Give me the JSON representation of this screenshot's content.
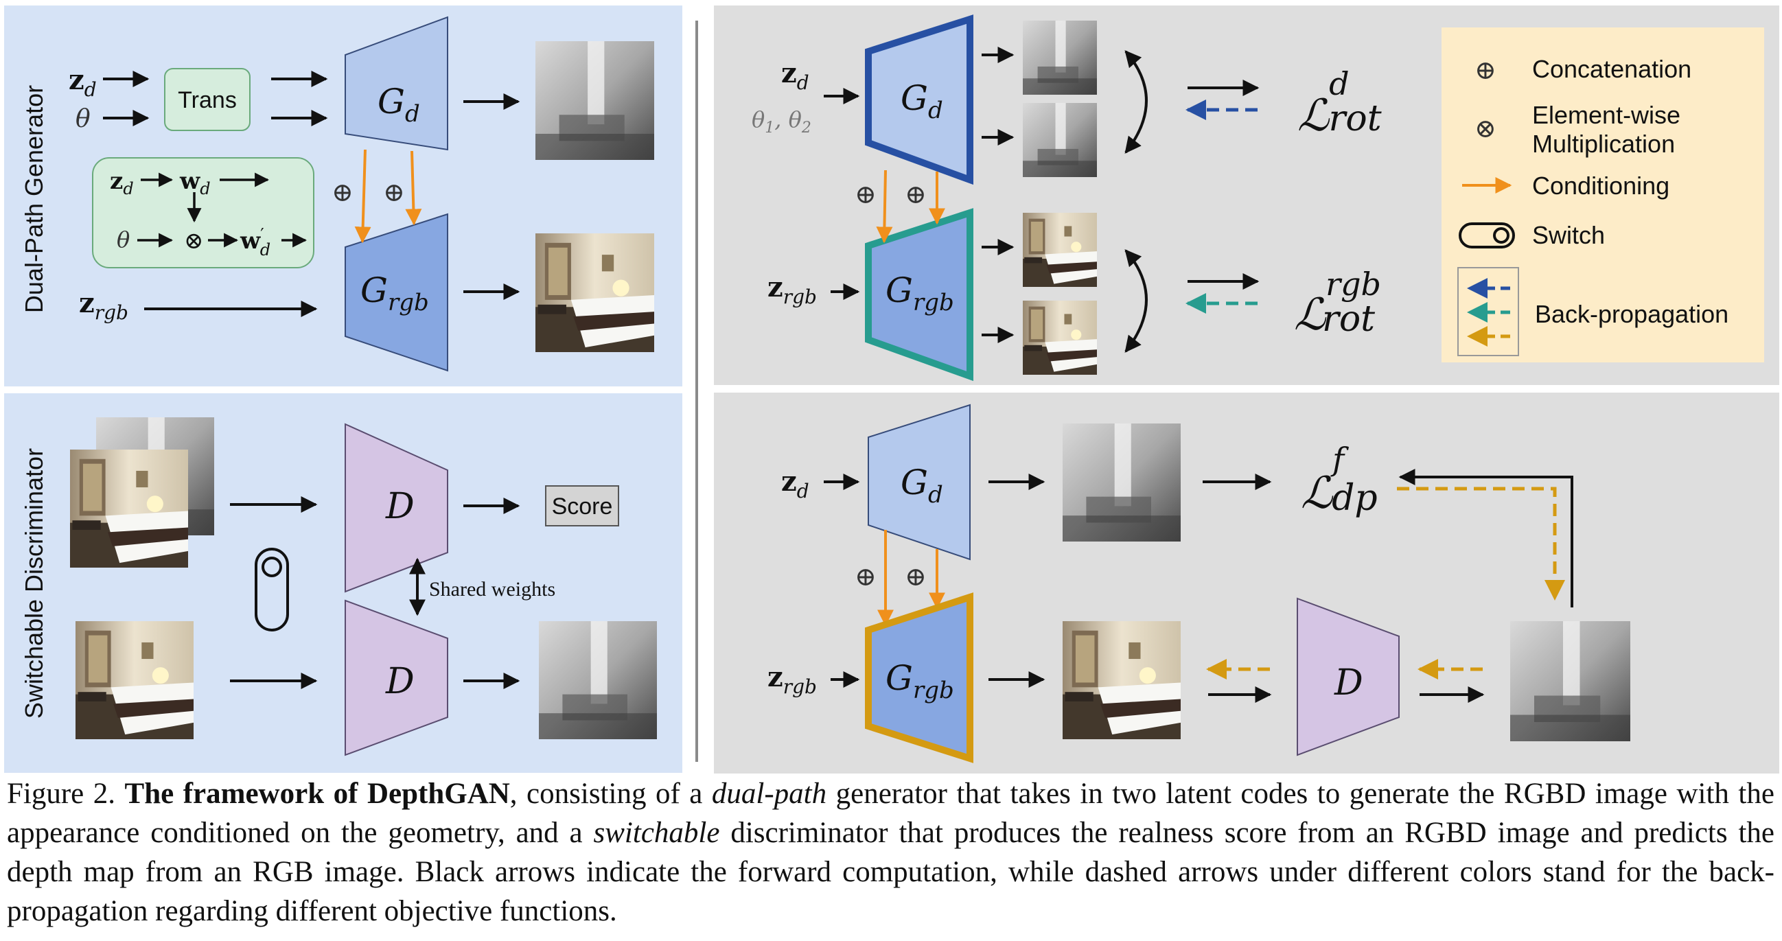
{
  "figure": {
    "dual_path_panel": {
      "title": "Dual-Path Generator",
      "inputs": {
        "zd": "z",
        "zd_sub": "d",
        "theta": "θ",
        "zrgb": "z",
        "zrgb_sub": "rgb"
      },
      "trans_label": "Trans",
      "mapping_box": {
        "zd": "z",
        "zd_sub": "d",
        "wd": "w",
        "wd_sub": "d",
        "theta": "θ",
        "otimes": "⊗",
        "wprime": "w",
        "wprime_sup": "′",
        "wprime_sub": "d"
      },
      "gen_d": {
        "main": "G",
        "sub": "d"
      },
      "gen_rgb": {
        "main": "G",
        "sub": "rgb"
      },
      "oplus": "⊕"
    },
    "discriminator_panel": {
      "title": "Switchable Discriminator",
      "disc_label": "D",
      "score_label": "Score",
      "shared_weights_label": "Shared weights"
    },
    "rotation_panel": {
      "zd": "z",
      "zd_sub": "d",
      "thetas": "θ",
      "theta1_sub": "1",
      "theta2_sub": "2",
      "zrgb": "z",
      "zrgb_sub": "rgb",
      "gen_d": {
        "main": "G",
        "sub": "d"
      },
      "gen_rgb": {
        "main": "G",
        "sub": "rgb"
      },
      "loss_d": {
        "main": "ℒ",
        "sup": "d",
        "sub": "rot"
      },
      "loss_rgb": {
        "main": "ℒ",
        "sup": "rgb",
        "sub": "rot"
      },
      "oplus": "⊕"
    },
    "legend": {
      "items": [
        {
          "symbol": "⊕",
          "label": "Concatenation"
        },
        {
          "symbol": "⊗",
          "label": "Element-wise Multiplication"
        },
        {
          "label": "Conditioning"
        },
        {
          "label": "Switch"
        },
        {
          "label": "Back-propagation"
        }
      ]
    },
    "depth_panel": {
      "zd": "z",
      "zd_sub": "d",
      "zrgb": "z",
      "zrgb_sub": "rgb",
      "gen_d": {
        "main": "G",
        "sub": "d"
      },
      "gen_rgb": {
        "main": "G",
        "sub": "rgb"
      },
      "disc_label": "D",
      "loss": {
        "main": "ℒ",
        "sup": "f",
        "sub": "dp"
      },
      "oplus": "⊕"
    },
    "colors": {
      "panel_blue": "#d6e3f6",
      "panel_gray": "#dedede",
      "gen_d_fill": "#b4c9ed",
      "gen_rgb_fill": "#87a7e1",
      "disc_fill": "#d5c5e4",
      "trans_fill": "#d6eddd",
      "legend_fill": "#fdecc8",
      "arrow_orange": "#f0901c",
      "blue_border": "#2750a3",
      "teal_border": "#279c8f",
      "gold_border": "#d49a12"
    }
  },
  "caption": {
    "label": "Figure 2.",
    "bold_title": "The framework of DepthGAN",
    "text_1": ", consisting of a ",
    "dual_path": "dual-path",
    "text_2": " generator that takes in two latent codes to generate the RGBD image with the appearance conditioned on the geometry, and a ",
    "switchable": "switchable",
    "text_3": " discriminator that produces the realness score from an RGBD image and predicts the depth map from an RGB image.  Black arrows indicate the forward computation, while dashed arrows under different colors stand for the back-propagation regarding different objective functions."
  }
}
